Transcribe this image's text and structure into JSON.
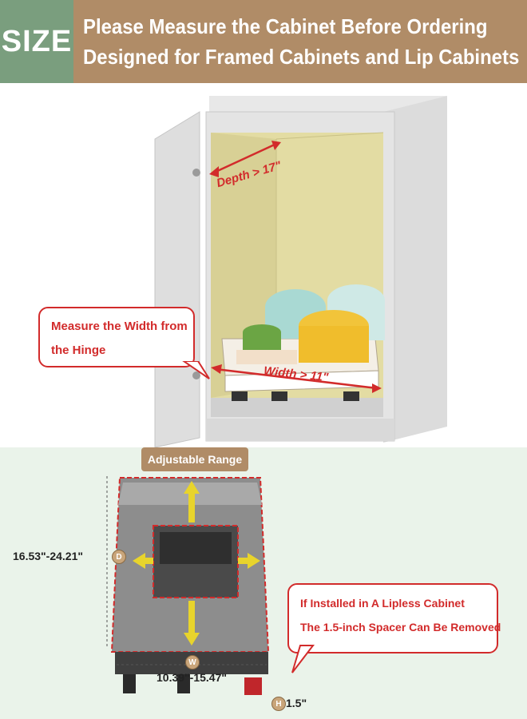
{
  "header": {
    "badge": "SIZE",
    "line1": "Please Measure the Cabinet Before Ordering",
    "line2": "Designed for Framed Cabinets and Lip Cabinets"
  },
  "cabinet": {
    "depth_label": "Depth > 17\"",
    "width_label": "Width > 11\"",
    "hinge_callout": [
      "Measure the Width from",
      "the Hinge"
    ]
  },
  "organizer": {
    "range_tag": "Adjustable Range",
    "depth_range": "16.53\"-24.21\"",
    "depth_badge": "D",
    "width_range": "10.39\"-15.47\"",
    "width_badge": "W",
    "height_value": "1.5\"",
    "height_badge": "H",
    "spacer_callout": [
      "If Installed in A Lipless Cabinet",
      "The 1.5-inch Spacer Can Be Removed"
    ]
  },
  "colors": {
    "header_green": "#7a9e7e",
    "header_tan": "#b08c67",
    "accent_red": "#d22b2b",
    "lower_bg": "#eaf3ea"
  }
}
